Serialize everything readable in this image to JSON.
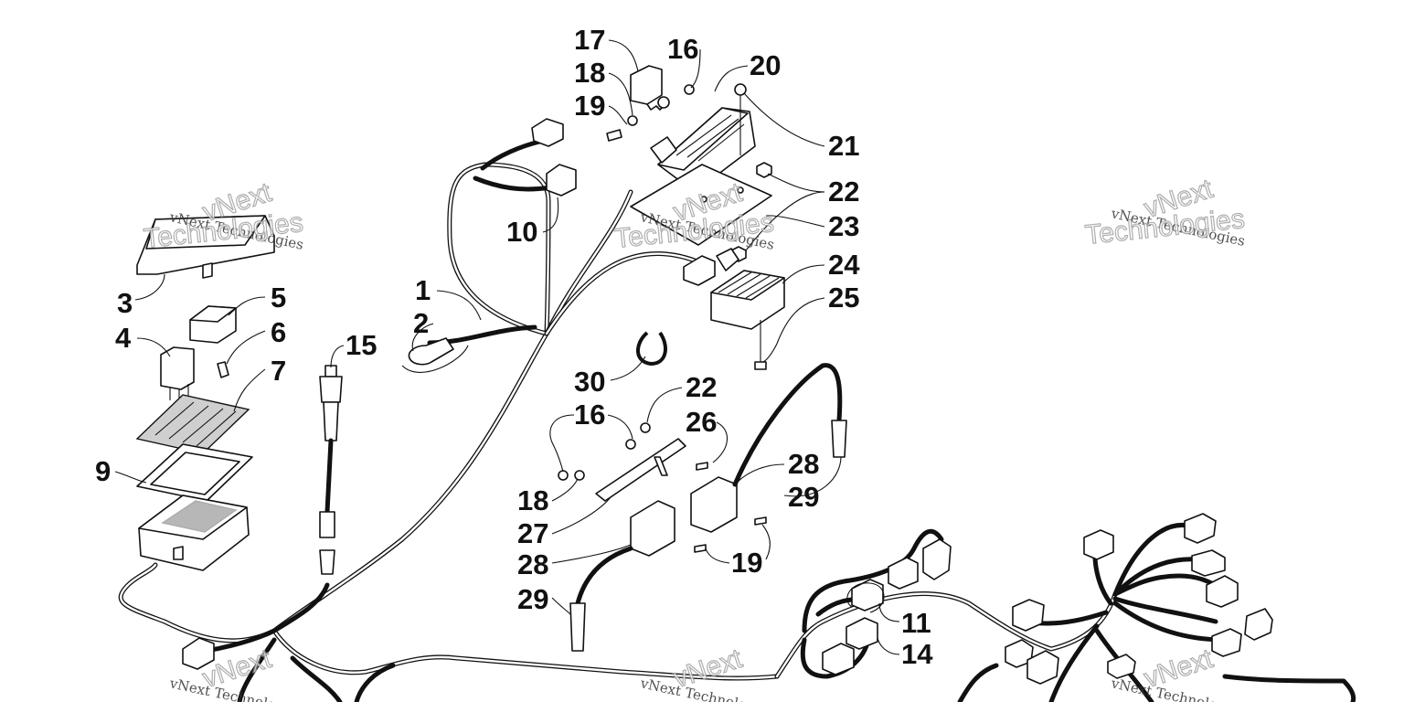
{
  "diagram": {
    "callouts": {
      "c1": "1",
      "c2": "2",
      "c3": "3",
      "c4": "4",
      "c5": "5",
      "c6": "6",
      "c7": "7",
      "c9": "9",
      "c10": "10",
      "c11": "11",
      "c14": "14",
      "c15": "15",
      "c16a": "16",
      "c16b": "16",
      "c17": "17",
      "c18a": "18",
      "c18b": "18",
      "c19a": "19",
      "c19b": "19",
      "c20": "20",
      "c21": "21",
      "c22a": "22",
      "c22b": "22",
      "c23": "23",
      "c24": "24",
      "c25": "25",
      "c26": "26",
      "c27": "27",
      "c28a": "28",
      "c28b": "28",
      "c29a": "29",
      "c29b": "29",
      "c30": "30"
    },
    "watermark": {
      "line1": "vNext Technologies",
      "line2": "vNext",
      "line3": "Technologies"
    }
  }
}
